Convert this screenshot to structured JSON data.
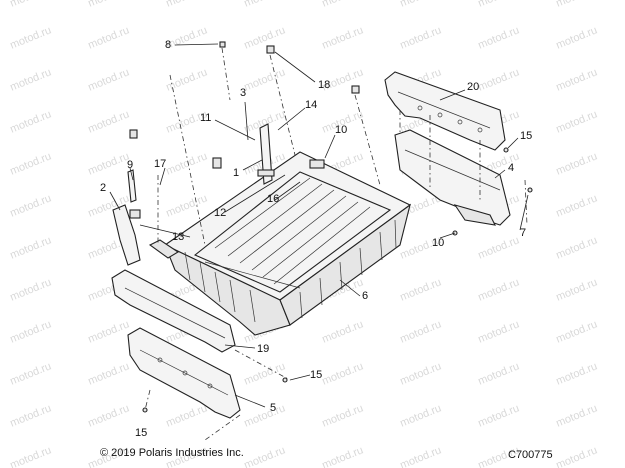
{
  "diagram": {
    "callouts": {
      "c1": "1",
      "c2": "2",
      "c3": "3",
      "c4": "4",
      "c5": "5",
      "c6": "6",
      "c7": "7",
      "c8": "8",
      "c9": "9",
      "c10a": "10",
      "c10b": "10",
      "c11": "11",
      "c12": "12",
      "c13": "13",
      "c14": "14",
      "c15a": "15",
      "c15b": "15",
      "c15c": "15",
      "c16": "16",
      "c17": "17",
      "c18": "18",
      "c19": "19",
      "c20": "20"
    },
    "watermark_text": "motod.ru",
    "copyright": "© 2019 Polaris Industries Inc.",
    "figure_code": "C700775"
  }
}
